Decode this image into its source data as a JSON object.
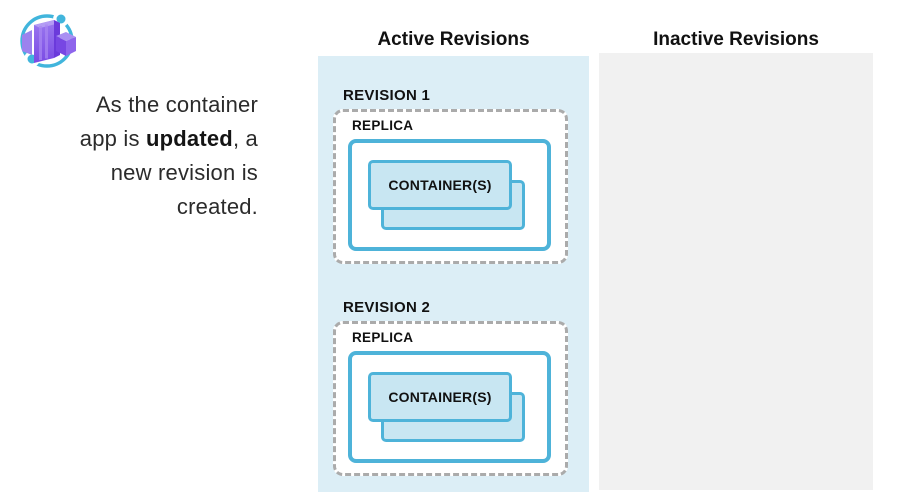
{
  "diagram": {
    "logo": {
      "name": "azure-container-apps-logo",
      "colors": {
        "cyan": "#41b5dc",
        "purple_light": "#b49cf4",
        "purple_mid": "#8d63ec",
        "purple_dark": "#6b3adb"
      }
    },
    "intro": {
      "line1": "As the container",
      "line2_pre": "app is ",
      "line2_bold": "updated",
      "line2_post": ", a",
      "line3": "new revision is",
      "line4": "created."
    },
    "columns": {
      "active": {
        "title": "Active Revisions",
        "background": "#dceef6",
        "revisions": [
          {
            "label": "REVISION 1",
            "replica_label": "REPLICA",
            "containers_label": "CONTAINER(S)"
          },
          {
            "label": "REVISION 2",
            "replica_label": "REPLICA",
            "containers_label": "CONTAINER(S)"
          }
        ]
      },
      "inactive": {
        "title": "Inactive Revisions",
        "background": "#f1f1f1",
        "revisions": []
      }
    },
    "colors": {
      "container_fill": "#c8e6f2",
      "container_border": "#4eb3d9",
      "replica_dashed_border": "#ababab",
      "text": "#1a1a1a"
    }
  }
}
